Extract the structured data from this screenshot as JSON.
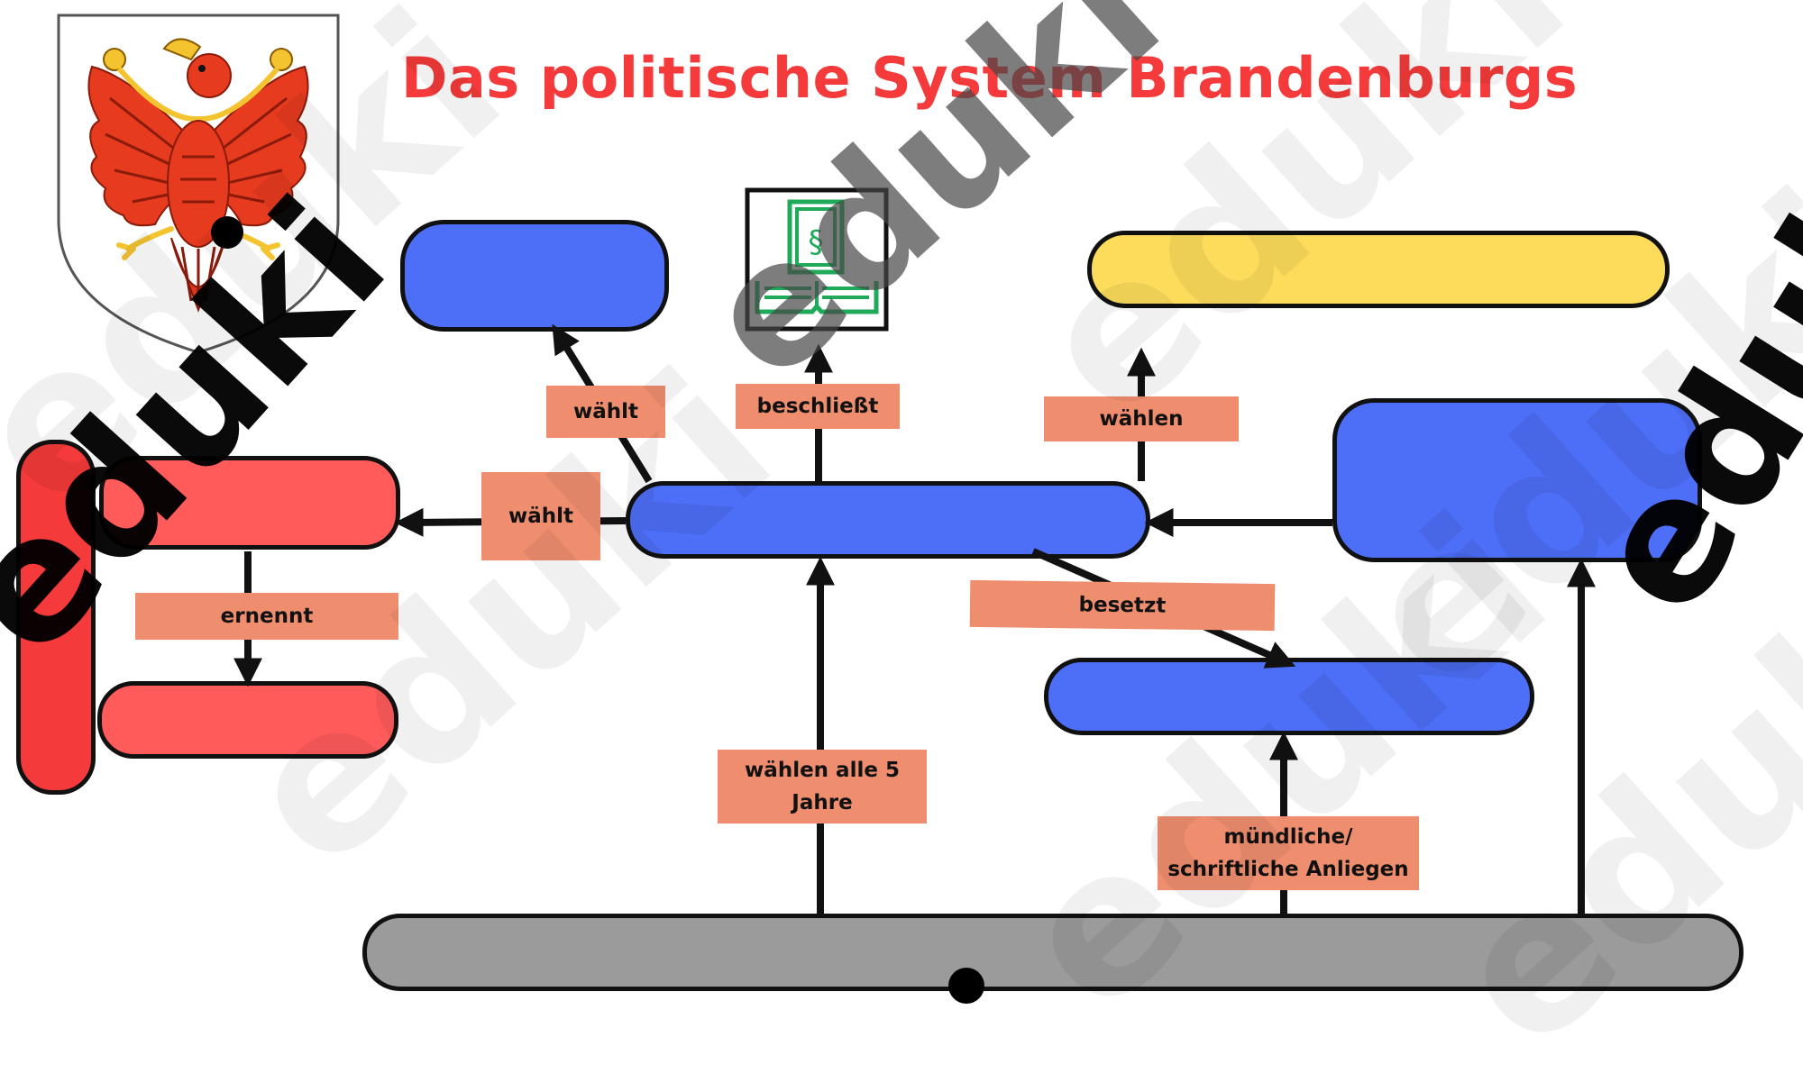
{
  "title": "Das politische System Brandenburgs",
  "labels": {
    "waehlt_top": "wählt",
    "beschliesst": "beschließt",
    "waehlen_top": "wählen",
    "waehlt_left": "wählt",
    "ernennt": "ernennt",
    "besetzt": "besetzt",
    "waehlen_5": "wählen alle 5 Jahre",
    "anliegen": "mündliche/ schriftliche Anliegen"
  },
  "watermark": "eduki",
  "colors": {
    "title": "#f43a3a",
    "blue": "#4d6ef6",
    "red": "#ff5b5b",
    "yellow": "#fddc5c",
    "grey": "#9b9b9b",
    "label": "#ee8e6f",
    "law_icon": "#1faa5a"
  },
  "icons": {
    "coat_of_arms": "brandenburg-eagle-icon",
    "law": "law-book-icon"
  }
}
